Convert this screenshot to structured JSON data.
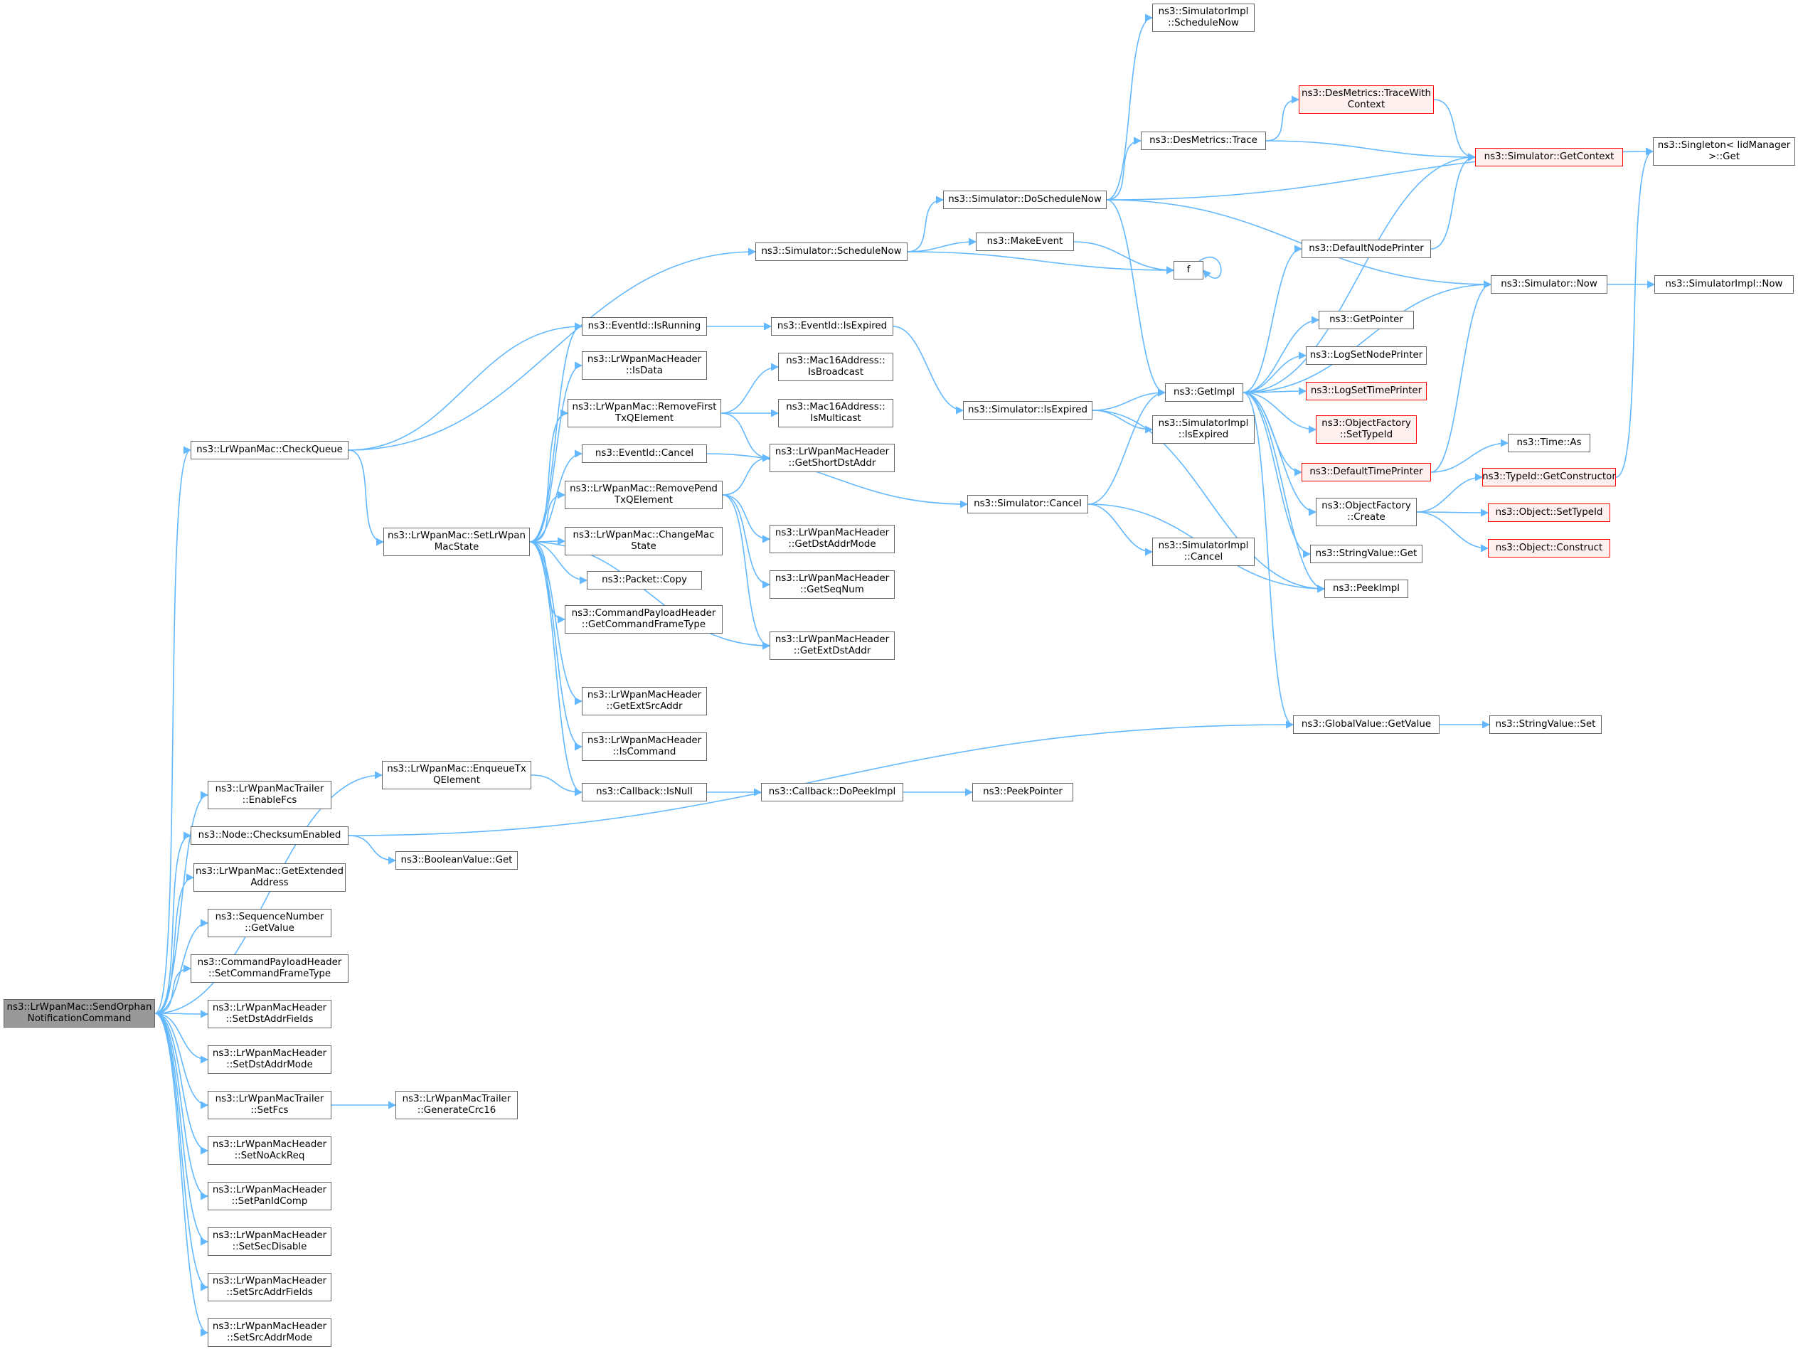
{
  "colors": {
    "edge": "#63B8FF",
    "node_border": "#666666",
    "truncated_border": "#ff0000",
    "truncated_fill": "#fff0f0",
    "root_fill": "#999999"
  },
  "nodes": {
    "root": [
      "ns3::LrWpanMac::SendOrphan",
      "NotificationCommand"
    ],
    "checkQueue": [
      "ns3::LrWpanMac::CheckQueue"
    ],
    "enqueueTx": [
      "ns3::LrWpanMac::EnqueueTx",
      "QElement"
    ],
    "trailerEnableFcs": [
      "ns3::LrWpanMacTrailer",
      "::EnableFcs"
    ],
    "checksumEnabled": [
      "ns3::Node::ChecksumEnabled"
    ],
    "getExtendedAddress": [
      "ns3::LrWpanMac::GetExtended",
      "Address"
    ],
    "seqGetValue": [
      "ns3::SequenceNumber",
      "::GetValue"
    ],
    "setCommandFrameType": [
      "ns3::CommandPayloadHeader",
      "::SetCommandFrameType"
    ],
    "setDstAddrFields": [
      "ns3::LrWpanMacHeader",
      "::SetDstAddrFields"
    ],
    "setDstAddrMode": [
      "ns3::LrWpanMacHeader",
      "::SetDstAddrMode"
    ],
    "trailerSetFcs": [
      "ns3::LrWpanMacTrailer",
      "::SetFcs"
    ],
    "setNoAckReq": [
      "ns3::LrWpanMacHeader",
      "::SetNoAckReq"
    ],
    "setPanIdComp": [
      "ns3::LrWpanMacHeader",
      "::SetPanIdComp"
    ],
    "setSecDisable": [
      "ns3::LrWpanMacHeader",
      "::SetSecDisable"
    ],
    "setSrcAddrFields": [
      "ns3::LrWpanMacHeader",
      "::SetSrcAddrFields"
    ],
    "setSrcAddrMode": [
      "ns3::LrWpanMacHeader",
      "::SetSrcAddrMode"
    ],
    "setLrWpanMacState": [
      "ns3::LrWpanMac::SetLrWpan",
      "MacState"
    ],
    "booleanGet": [
      "ns3::BooleanValue::Get"
    ],
    "generateCrc16": [
      "ns3::LrWpanMacTrailer",
      "::GenerateCrc16"
    ],
    "simScheduleNow": [
      "ns3::Simulator::ScheduleNow"
    ],
    "eventIsRunning": [
      "ns3::EventId::IsRunning"
    ],
    "headerIsData": [
      "ns3::LrWpanMacHeader",
      "::IsData"
    ],
    "removeFirstTx": [
      "ns3::LrWpanMac::RemoveFirst",
      "TxQElement"
    ],
    "eventCancel": [
      "ns3::EventId::Cancel"
    ],
    "removePendTx": [
      "ns3::LrWpanMac::RemovePend",
      "TxQElement"
    ],
    "changeMacState": [
      "ns3::LrWpanMac::ChangeMac",
      "State"
    ],
    "packetCopy": [
      "ns3::Packet::Copy"
    ],
    "getCommandFrameType": [
      "ns3::CommandPayloadHeader",
      "::GetCommandFrameType"
    ],
    "getExtSrcAddr": [
      "ns3::LrWpanMacHeader",
      "::GetExtSrcAddr"
    ],
    "isCommand": [
      "ns3::LrWpanMacHeader",
      "::IsCommand"
    ],
    "callbackIsNull": [
      "ns3::Callback::IsNull"
    ],
    "doScheduleNow": [
      "ns3::Simulator::DoScheduleNow"
    ],
    "makeEvent": [
      "ns3::MakeEvent"
    ],
    "eventIsExpired": [
      "ns3::EventId::IsExpired"
    ],
    "isBroadcast": [
      "ns3::Mac16Address::",
      "IsBroadcast"
    ],
    "isMulticast": [
      "ns3::Mac16Address::",
      "IsMulticast"
    ],
    "getShortDstAddr": [
      "ns3::LrWpanMacHeader",
      "::GetShortDstAddr"
    ],
    "getDstAddrMode": [
      "ns3::LrWpanMacHeader",
      "::GetDstAddrMode"
    ],
    "getSeqNum": [
      "ns3::LrWpanMacHeader",
      "::GetSeqNum"
    ],
    "getExtDstAddr": [
      "ns3::LrWpanMacHeader",
      "::GetExtDstAddr"
    ],
    "doPeekImpl": [
      "ns3::Callback::DoPeekImpl"
    ],
    "peekPointer": [
      "ns3::PeekPointer"
    ],
    "implScheduleNow": [
      "ns3::SimulatorImpl",
      "::ScheduleNow"
    ],
    "desTraceWithContext": [
      "ns3::DesMetrics::TraceWith",
      "Context"
    ],
    "desTrace": [
      "ns3::DesMetrics::Trace"
    ],
    "fnF": [
      "f"
    ],
    "simIsExpired": [
      "ns3::Simulator::IsExpired"
    ],
    "simCancel": [
      "ns3::Simulator::Cancel"
    ],
    "getImpl": [
      "ns3::GetImpl"
    ],
    "implIsExpired": [
      "ns3::SimulatorImpl",
      "::IsExpired"
    ],
    "implCancel": [
      "ns3::SimulatorImpl",
      "::Cancel"
    ],
    "globalGetValue": [
      "ns3::GlobalValue::GetValue"
    ],
    "getContext": [
      "ns3::Simulator::GetContext"
    ],
    "defaultNodePrinter": [
      "ns3::DefaultNodePrinter"
    ],
    "simNow": [
      "ns3::Simulator::Now"
    ],
    "getPointer": [
      "ns3::GetPointer"
    ],
    "logSetNodePrinter": [
      "ns3::LogSetNodePrinter"
    ],
    "logSetTimePrinter": [
      "ns3::LogSetTimePrinter"
    ],
    "ofSetTypeId": [
      "ns3::ObjectFactory",
      "::SetTypeId"
    ],
    "defaultTimePrinter": [
      "ns3::DefaultTimePrinter"
    ],
    "ofCreate": [
      "ns3::ObjectFactory",
      "::Create"
    ],
    "stringGet": [
      "ns3::StringValue::Get"
    ],
    "peekImpl": [
      "ns3::PeekImpl"
    ],
    "stringSet": [
      "ns3::StringValue::Set"
    ],
    "singletonGet": [
      "ns3::Singleton< IidManager",
      " >::Get"
    ],
    "implNow": [
      "ns3::SimulatorImpl::Now"
    ],
    "timeAs": [
      "ns3::Time::As"
    ],
    "getConstructor": [
      "ns3::TypeId::GetConstructor"
    ],
    "objSetTypeId": [
      "ns3::Object::SetTypeId"
    ],
    "objConstruct": [
      "ns3::Object::Construct"
    ]
  }
}
